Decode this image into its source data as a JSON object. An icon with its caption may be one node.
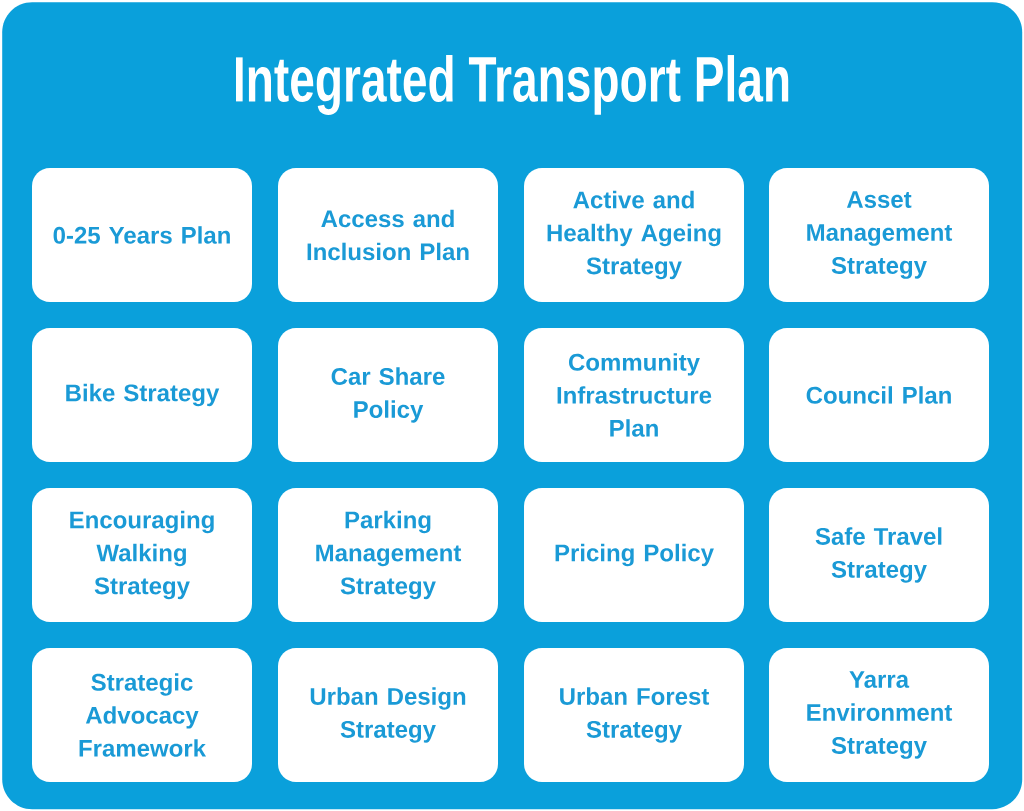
{
  "diagram": {
    "nodes": [
      {
        "text": [
          "Integrated Transport Plan"
        ]
      },
      {
        "text": [
          "0-25 Years Plan"
        ],
        "in": 0
      },
      {
        "text": [
          "Access and Inclusion Plan"
        ],
        "in": 0
      },
      {
        "text": [
          "Active and Healthy Ageing Strategy"
        ],
        "in": 0
      },
      {
        "text": [
          "Asset Management Strategy"
        ],
        "in": 0
      },
      {
        "text": [
          "Bike Strategy"
        ],
        "in": 0
      },
      {
        "text": [
          "Car Share Policy"
        ],
        "in": 0
      },
      {
        "text": [
          "Community Infrastructure Plan"
        ],
        "in": 0
      },
      {
        "text": [
          "Council Plan"
        ],
        "in": 0
      },
      {
        "text": [
          "Encouraging Walking Strategy"
        ],
        "in": 0
      },
      {
        "text": [
          "Parking Management Strategy"
        ],
        "in": 0
      },
      {
        "text": [
          "Pricing Policy"
        ],
        "in": 0
      },
      {
        "text": [
          "Safe Travel Strategy"
        ],
        "in": 0
      },
      {
        "text": [
          "Strategic Advocacy Framework"
        ],
        "in": 0
      },
      {
        "text": [
          "Urban Design Strategy"
        ],
        "in": 0
      },
      {
        "text": [
          "Urban Forest Strategy"
        ],
        "in": 0
      },
      {
        "text": [
          "Yarra Environment Strategy"
        ],
        "in": 0
      }
    ]
  }
}
